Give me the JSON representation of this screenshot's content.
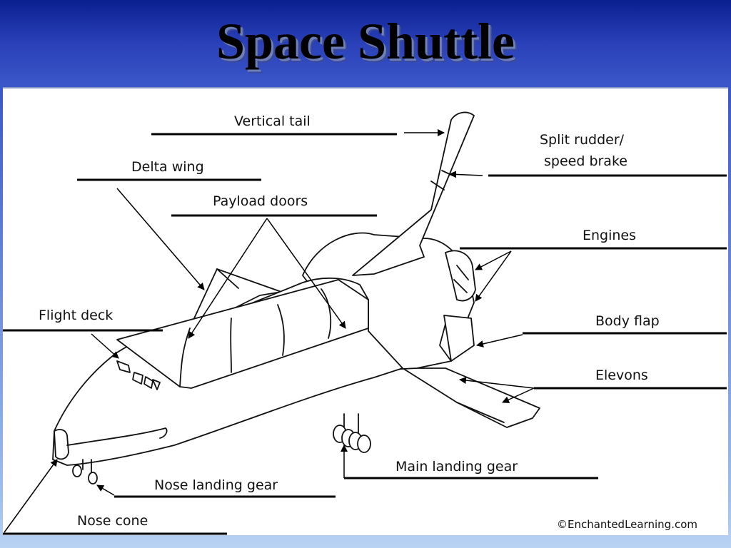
{
  "title": "Space Shuttle",
  "labels": {
    "vertical_tail": "Vertical tail",
    "delta_wing": "Delta wing",
    "payload_doors": "Payload doors",
    "split_rudder_1": "Split rudder/",
    "split_rudder_2": "speed brake",
    "engines": "Engines",
    "flight_deck": "Flight deck",
    "body_flap": "Body flap",
    "elevons": "Elevons",
    "main_landing_gear": "Main landing gear",
    "nose_landing_gear": "Nose landing gear",
    "nose_cone": "Nose cone"
  },
  "credit": "©EnchantedLearning.com",
  "colors": {
    "title_bar_top": "#0a1f8f",
    "title_bar_bottom": "#3a57c8",
    "background_bottom": "#b9d3f3"
  }
}
